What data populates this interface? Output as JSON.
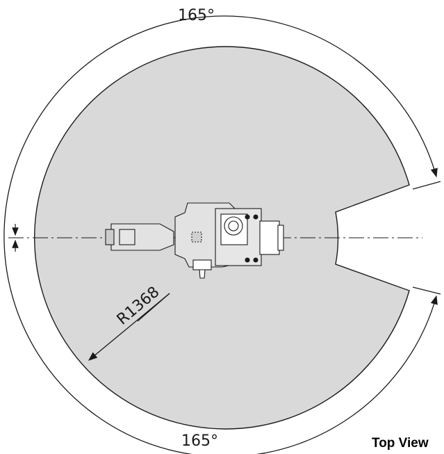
{
  "diagram": {
    "caption": "Top View",
    "radius_label": "R1368",
    "angle_top_label": "165°",
    "angle_bottom_label": "165°",
    "colors": {
      "work_envelope": "#d9d9d9",
      "line": "#1a1a1a",
      "background": "#ffffff"
    }
  }
}
